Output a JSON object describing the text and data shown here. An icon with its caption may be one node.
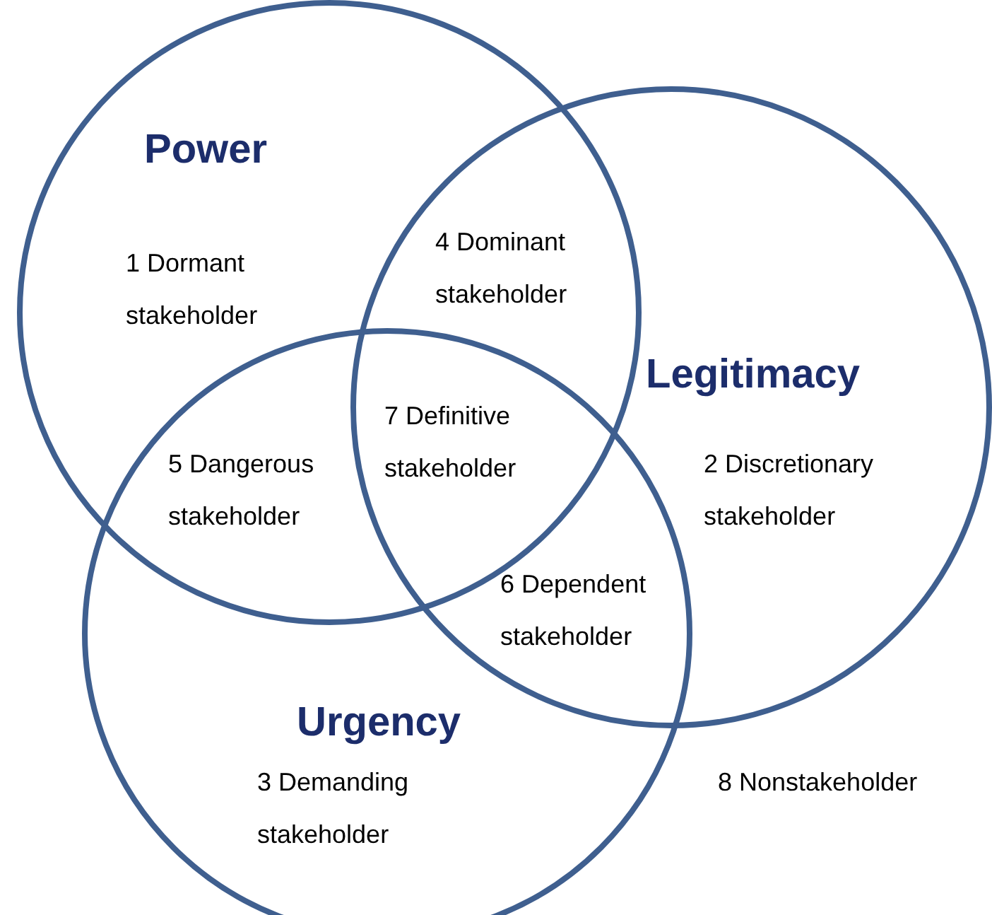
{
  "diagram": {
    "nodes": [
      {
        "text": [
          "Power"
        ]
      },
      {
        "text": [
          "Legitimacy"
        ]
      },
      {
        "text": [
          "Urgency"
        ]
      }
    ],
    "edges": [],
    "labels": [
      "4 Dominant stakeholder",
      "1 Dormant stakeholder",
      "7 Definitive stakeholder",
      "5 Dangerous stakeholder",
      "2 Discretionary stakeholder",
      "6 Dependent stakeholder",
      "3 Demanding stakeholder",
      "8 Nonstakeholder"
    ]
  }
}
